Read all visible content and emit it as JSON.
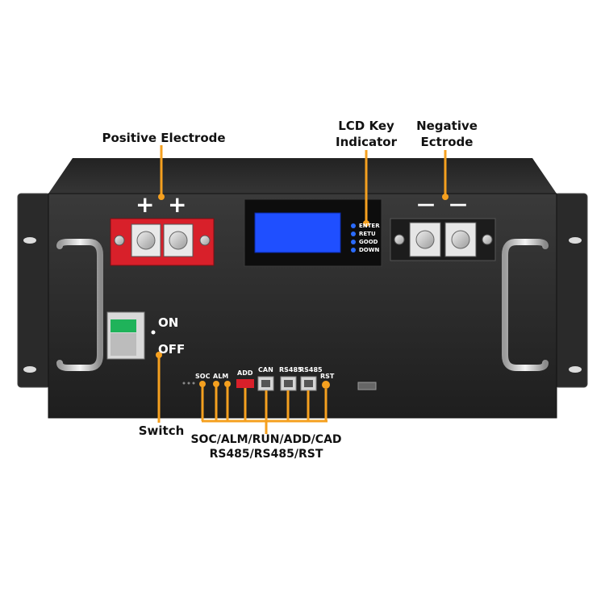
{
  "callouts": {
    "positive_electrode": "Positive Electrode",
    "lcd_key_line1": "LCD Key",
    "lcd_key_line2": "Indicator",
    "negative_line1": "Negative",
    "negative_line2": "Ectrode",
    "switch": "Switch",
    "ports_line1": "SOC/ALM/RUN/ADD/CAD",
    "ports_line2": "RS485/RS485/RST"
  },
  "terminals": {
    "positive_signs": [
      "+",
      "+"
    ],
    "negative_signs": [
      "—",
      "—"
    ]
  },
  "lcd_keys": [
    "ENTER",
    "RETU",
    "GOOD",
    "DOWN"
  ],
  "breaker": {
    "on": "ON",
    "off": "OFF"
  },
  "port_labels": {
    "soc": "SOC",
    "alm": "ALM",
    "add": "ADD",
    "can": "CAN",
    "rs485_a": "RS485",
    "rs485_b": "RS485",
    "rst": "RST"
  },
  "colors": {
    "accent": "#F5A01F",
    "chassis": "#2b2b2b",
    "positive_block": "#d8202a",
    "lcd_screen": "#1f4fff",
    "key_led": "#2a6bff",
    "breaker_green": "#1fb35a"
  }
}
